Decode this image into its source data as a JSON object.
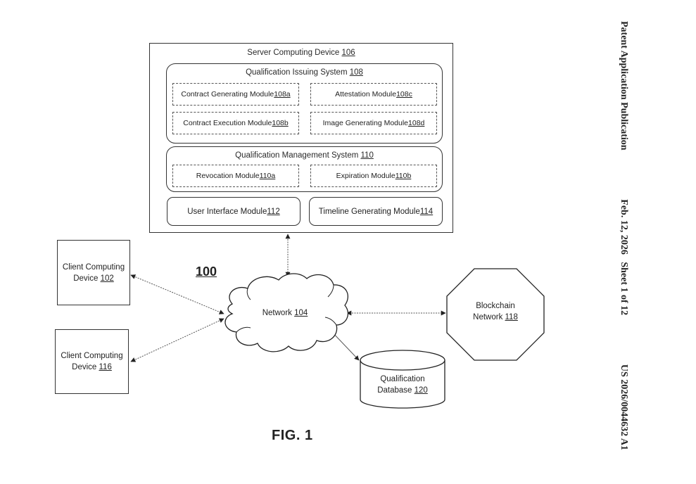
{
  "figure": {
    "label": "FIG. 1",
    "system_ref": "100"
  },
  "header": {
    "publication": "Patent Application Publication",
    "date_sheet": "Feb. 12, 2026   Sheet 1 of 12",
    "number": "US 2026/0044632 A1"
  },
  "server": {
    "title": "Server Computing Device ",
    "ref": "106",
    "issuing_system": {
      "title": "Qualification Issuing System ",
      "ref": "108",
      "modules": [
        {
          "name": "Contract Generating Module ",
          "ref": "108a"
        },
        {
          "name": "Attestation Module ",
          "ref": "108c"
        },
        {
          "name": "Contract Execution Module ",
          "ref": "108b"
        },
        {
          "name": "Image Generating Module ",
          "ref": "108d"
        }
      ]
    },
    "management_system": {
      "title": "Qualification Management System ",
      "ref": "110",
      "modules": [
        {
          "name": "Revocation Module ",
          "ref": "110a"
        },
        {
          "name": "Expiration Module ",
          "ref": "110b"
        }
      ]
    },
    "ui_module": {
      "name": "User Interface Module ",
      "ref": "112"
    },
    "timeline_module": {
      "name": "Timeline Generating Module ",
      "ref": "114"
    }
  },
  "clients": [
    {
      "line1": "Client Computing",
      "line2": "Device ",
      "ref": "102"
    },
    {
      "line1": "Client Computing",
      "line2": "Device ",
      "ref": "116"
    }
  ],
  "network": {
    "name": "Network ",
    "ref": "104"
  },
  "blockchain": {
    "line1": "Blockchain",
    "line2": "Network ",
    "ref": "118"
  },
  "database": {
    "line1": "Qualification",
    "line2": "Database ",
    "ref": "120"
  }
}
